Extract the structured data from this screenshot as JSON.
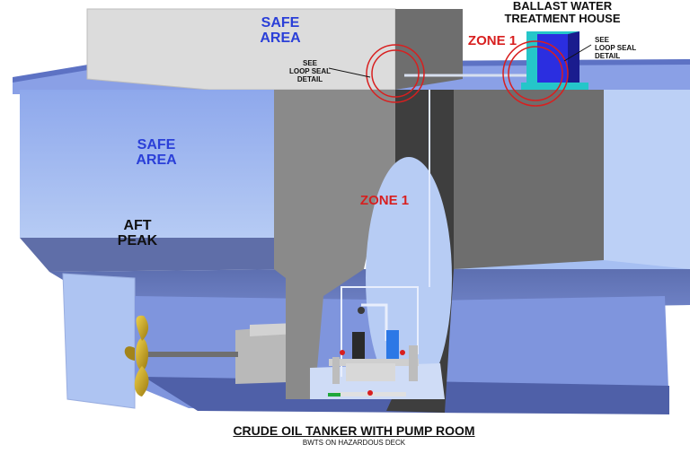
{
  "labels": {
    "safe_area_top_1": "SAFE",
    "safe_area_top_2": "AREA",
    "see_loop_left_1": "SEE",
    "see_loop_left_2": "LOOP SEAL",
    "see_loop_left_3": "DETAIL",
    "bw_house_1": "BALLAST WATER",
    "bw_house_2": "TREATMENT HOUSE",
    "zone1_top": "ZONE 1",
    "see_loop_right_1": "SEE",
    "see_loop_right_2": "LOOP SEAL",
    "see_loop_right_3": "DETAIL",
    "safe_area_left_1": "SAFE",
    "safe_area_left_2": "AREA",
    "aft_peak_1": "AFT",
    "aft_peak_2": "PEAK",
    "zone1_mid": "ZONE 1",
    "caption_title": "CRUDE OIL TANKER WITH PUMP ROOM",
    "caption_sub": "BWTS ON HAZARDOUS DECK"
  },
  "colors": {
    "hull_blue": "#7f95e0",
    "hull_light": "#a9c2f2",
    "pump_room_grey": "#8a8a8a",
    "superstructure": "#dcdcdc",
    "house_cyan": "#25c6c9",
    "house_blue": "#2b2ee0",
    "zone_red": "#d81f1f",
    "propeller_gold": "#c9a21a"
  }
}
